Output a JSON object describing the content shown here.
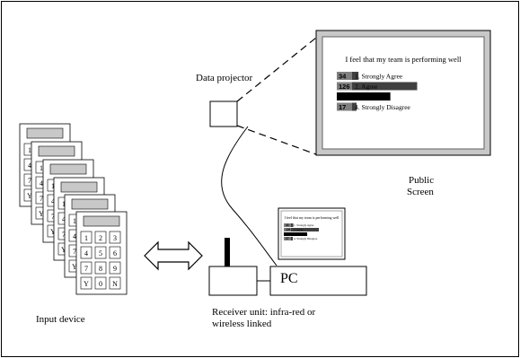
{
  "labels": {
    "data_projector": "Data projector",
    "public": "Public",
    "screen": "Screen",
    "pc": "PC",
    "receiver_line1": "Receiver unit: infra-red or",
    "receiver_line2": "wireless linked",
    "input_device": "Input device"
  },
  "slide": {
    "title": "I feel that my team is performing well",
    "rows": [
      {
        "count": "34",
        "text": "1.  Strongly Agree",
        "fraction": 0.17
      },
      {
        "count": "126",
        "text": "2.  Agree",
        "fraction": 0.63
      },
      {
        "count": "",
        "text": "",
        "fraction": 0.42
      },
      {
        "count": "17",
        "text": "4.  Strongly Disagree",
        "fraction": 0.085
      }
    ]
  },
  "keypad_keys": [
    "1",
    "2",
    "3",
    "4",
    "5",
    "6",
    "7",
    "8",
    "9",
    "Y",
    "0",
    "N"
  ],
  "colors": {
    "line": "#000000",
    "bar_dark": "#404040",
    "bar_black": "#000000",
    "count_bg": "#808080",
    "screen_frame": "#c8c8c8",
    "display": "#c8c8c8"
  }
}
